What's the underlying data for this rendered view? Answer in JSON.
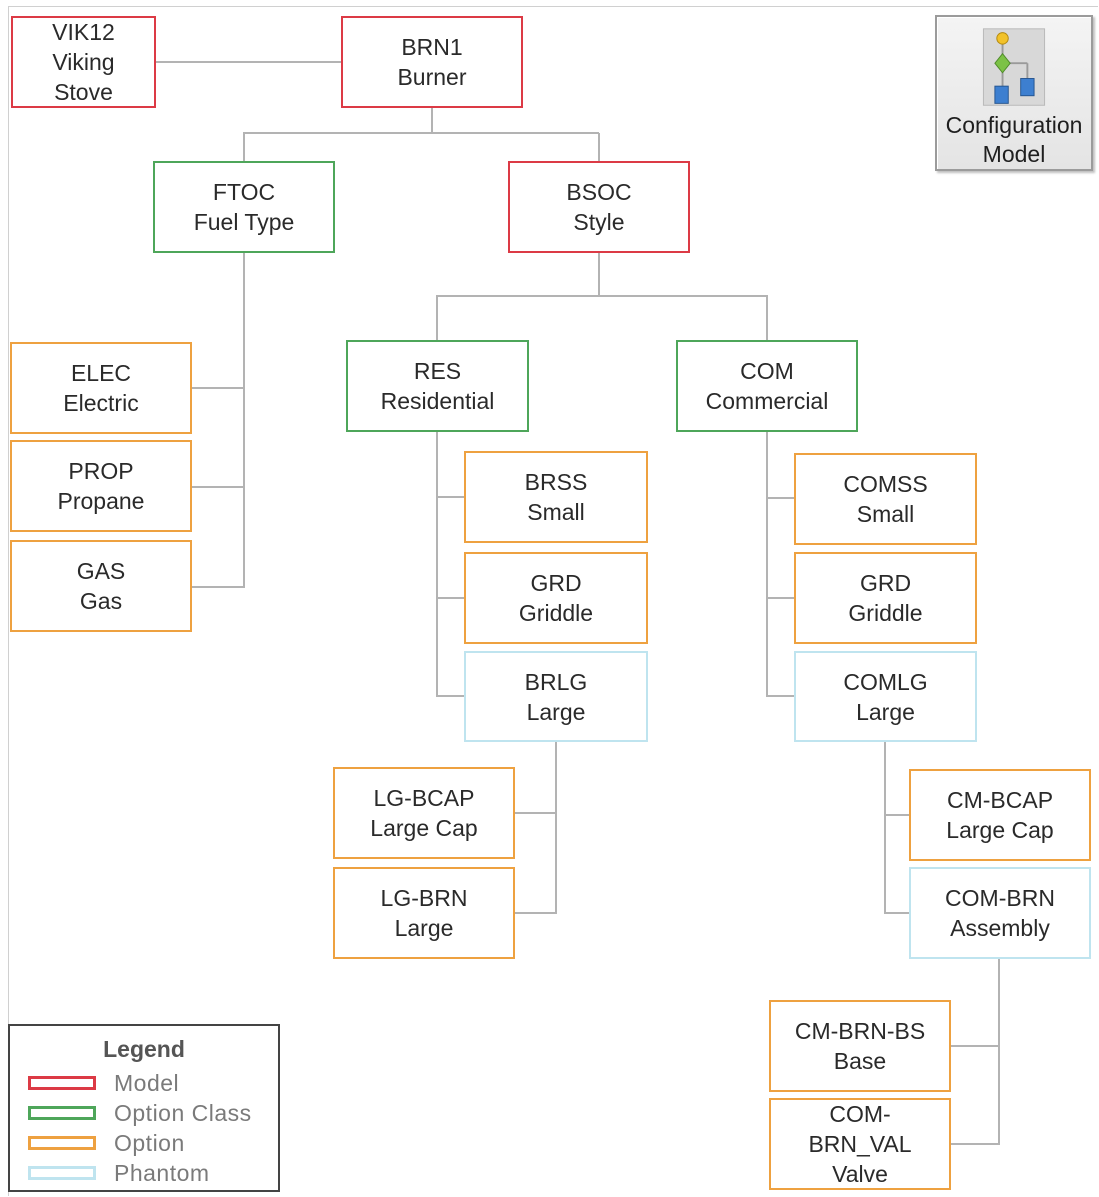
{
  "colors": {
    "model": "#dc3a45",
    "option_class": "#4ea65a",
    "option": "#eea140",
    "phantom": "#bfe4ef",
    "connector": "#b3b3b3"
  },
  "nodes": {
    "vik12": {
      "code": "VIK12",
      "name": "Viking Stove",
      "line1": "Viking",
      "line2": "Stove"
    },
    "brn1": {
      "code": "BRN1",
      "name": "Burner"
    },
    "ftoc": {
      "code": "FTOC",
      "name": "Fuel Type"
    },
    "bsoc": {
      "code": "BSOC",
      "name": "Style"
    },
    "elec": {
      "code": "ELEC",
      "name": "Electric"
    },
    "prop": {
      "code": "PROP",
      "name": "Propane"
    },
    "gas": {
      "code": "GAS",
      "name": "Gas"
    },
    "res": {
      "code": "RES",
      "name": "Residential"
    },
    "com": {
      "code": "COM",
      "name": "Commercial"
    },
    "brss": {
      "code": "BRSS",
      "name": "Small"
    },
    "grd_res": {
      "code": "GRD",
      "name": "Griddle"
    },
    "brlg": {
      "code": "BRLG",
      "name": "Large"
    },
    "comss": {
      "code": "COMSS",
      "name": "Small"
    },
    "grd_com": {
      "code": "GRD",
      "name": "Griddle"
    },
    "comlg": {
      "code": "COMLG",
      "name": "Large"
    },
    "lg_bcap": {
      "code": "LG-BCAP",
      "name": "Large Cap"
    },
    "lg_brn": {
      "code": "LG-BRN",
      "name": "Large"
    },
    "cm_bcap": {
      "code": "CM-BCAP",
      "name": "Large Cap"
    },
    "com_brn": {
      "code": "COM-BRN",
      "name": "Assembly"
    },
    "cm_brn_bs": {
      "code": "CM-BRN-BS",
      "name": "Base"
    },
    "com_brn_val": {
      "line1": "COM-",
      "line2": "BRN_VAL",
      "line3": "Valve"
    }
  },
  "config_button": {
    "line1": "Configuration",
    "line2": "Model",
    "icon": "configuration-model-icon"
  },
  "legend": {
    "title": "Legend",
    "items": [
      {
        "label": "Model",
        "type": "model"
      },
      {
        "label": "Option Class",
        "type": "option_class"
      },
      {
        "label": "Option",
        "type": "option"
      },
      {
        "label": "Phantom",
        "type": "phantom"
      }
    ]
  }
}
